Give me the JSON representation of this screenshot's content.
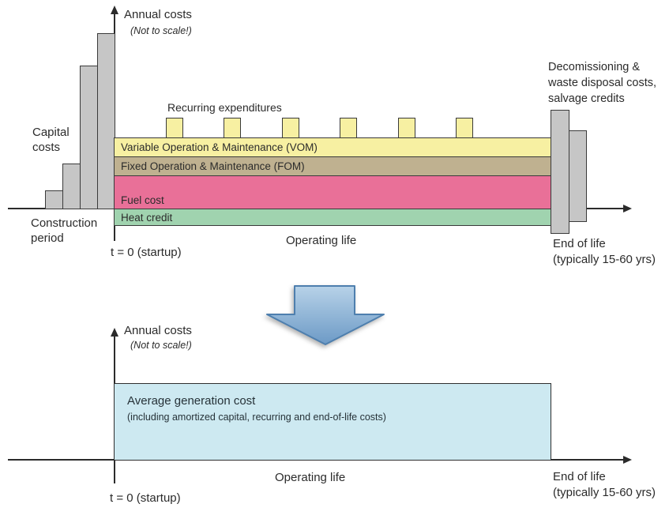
{
  "colors": {
    "axis": "#2b2b2b",
    "outline": "#3a3a3a",
    "capital_bar_gray": "#c6c6c6",
    "vom_yellow": "#f7f0a2",
    "fom_tan": "#bfb190",
    "fuel_pink": "#e97098",
    "heat_green": "#a0d3af",
    "average_box_blue": "#cde9f1",
    "transform_arrow_light": "#aecbe4",
    "transform_arrow_dark": "#6d9ac6",
    "transform_arrow_stroke": "#4e7fae"
  },
  "top_chart": {
    "y_axis_label": "Annual costs",
    "y_axis_note": "(Not to scale!)",
    "capital_costs_lines": [
      "Capital",
      "costs"
    ],
    "construction_lines": [
      "Construction",
      "period"
    ],
    "recurring_label": "Recurring expenditures",
    "bands": [
      {
        "id": "vom",
        "label": "Variable Operation & Maintenance (VOM)",
        "color": "#f7f0a2"
      },
      {
        "id": "fom",
        "label": "Fixed Operation & Maintenance (FOM)",
        "color": "#bfb190"
      },
      {
        "id": "fuel",
        "label": "Fuel cost",
        "color": "#e97098"
      },
      {
        "id": "heat",
        "label": "Heat credit",
        "color": "#a0d3af"
      }
    ],
    "decommissioning_lines": [
      "Decomissioning &",
      "waste disposal costs,",
      "salvage credits"
    ],
    "x_axis_label": "Operating life",
    "t0_label": "t = 0 (startup)",
    "end_of_life_lines": [
      "End of life",
      "(typically 15-60 yrs)"
    ]
  },
  "bottom_chart": {
    "y_axis_label": "Annual costs",
    "y_axis_note": "(Not to scale!)",
    "box_title": "Average generation cost",
    "box_note": "(including amortized capital, recurring and end-of-life costs)",
    "x_axis_label": "Operating life",
    "t0_label": "t = 0 (startup)",
    "end_of_life_lines": [
      "End of life",
      "(typically 15-60 yrs)"
    ]
  }
}
